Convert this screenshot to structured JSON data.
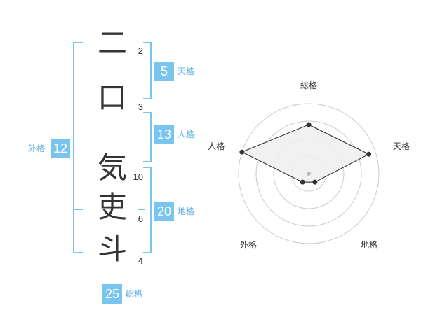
{
  "characters": [
    {
      "char": "二",
      "strokes": "2"
    },
    {
      "char": "口",
      "strokes": "3"
    },
    {
      "char": "気",
      "strokes": "10"
    },
    {
      "char": "吏",
      "strokes": "6"
    },
    {
      "char": "斗",
      "strokes": "4"
    }
  ],
  "fortunes": {
    "tenkaku": {
      "value": "5",
      "label": "天格"
    },
    "jinkaku": {
      "value": "13",
      "label": "人格"
    },
    "chikaku": {
      "value": "20",
      "label": "地格"
    },
    "gaikaku": {
      "value": "12",
      "label": "外格"
    },
    "soukaku": {
      "value": "25",
      "label": "総格"
    }
  },
  "radar": {
    "axes": [
      "総格",
      "天格",
      "地格",
      "外格",
      "人格"
    ],
    "levels": 4,
    "values": [
      0.7,
      0.9,
      0.15,
      0.15,
      1.0
    ],
    "colors": {
      "grid": "#cccccc",
      "fill": "#eeeeee",
      "line": "#222222",
      "point": "#333333",
      "center": "#bbbbbb"
    }
  },
  "colors": {
    "accent": "#7ac5f0"
  }
}
